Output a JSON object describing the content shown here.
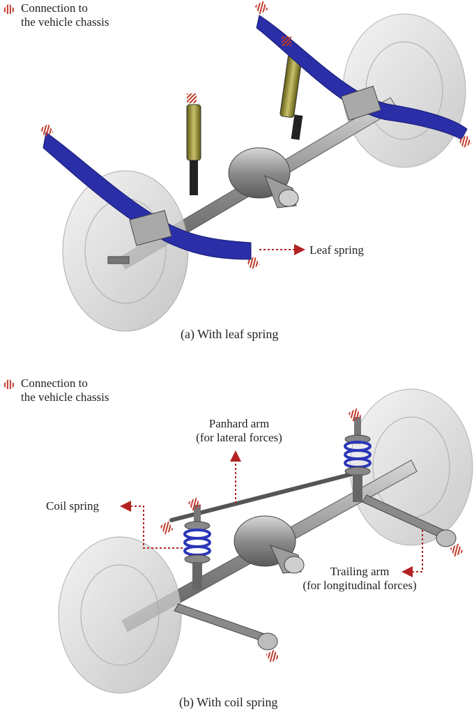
{
  "panel_a": {
    "legend": {
      "line1": "Connection to",
      "line2": "the vehicle chassis",
      "icon": "hatched-square-icon"
    },
    "leaf_spring_label": "Leaf spring",
    "caption": "(a) With leaf spring"
  },
  "panel_b": {
    "legend": {
      "line1": "Connection to",
      "line2": "the vehicle chassis",
      "icon": "hatched-square-icon"
    },
    "panhard": {
      "line1": "Panhard arm",
      "line2": "(for lateral forces)"
    },
    "coil_spring_label": "Coil spring",
    "trailing": {
      "line1": "Trailing arm",
      "line2": "(for longitudinal forces)"
    },
    "caption": "(b) With coil spring"
  },
  "colors": {
    "connection_marker": "#c0392b",
    "leaf_spring": "#2a2fa8",
    "coil_spring": "#2a36b8",
    "shock_absorber": "#8a8220",
    "axle": "#8a8a8a",
    "annotation_arrow": "#b22222"
  }
}
